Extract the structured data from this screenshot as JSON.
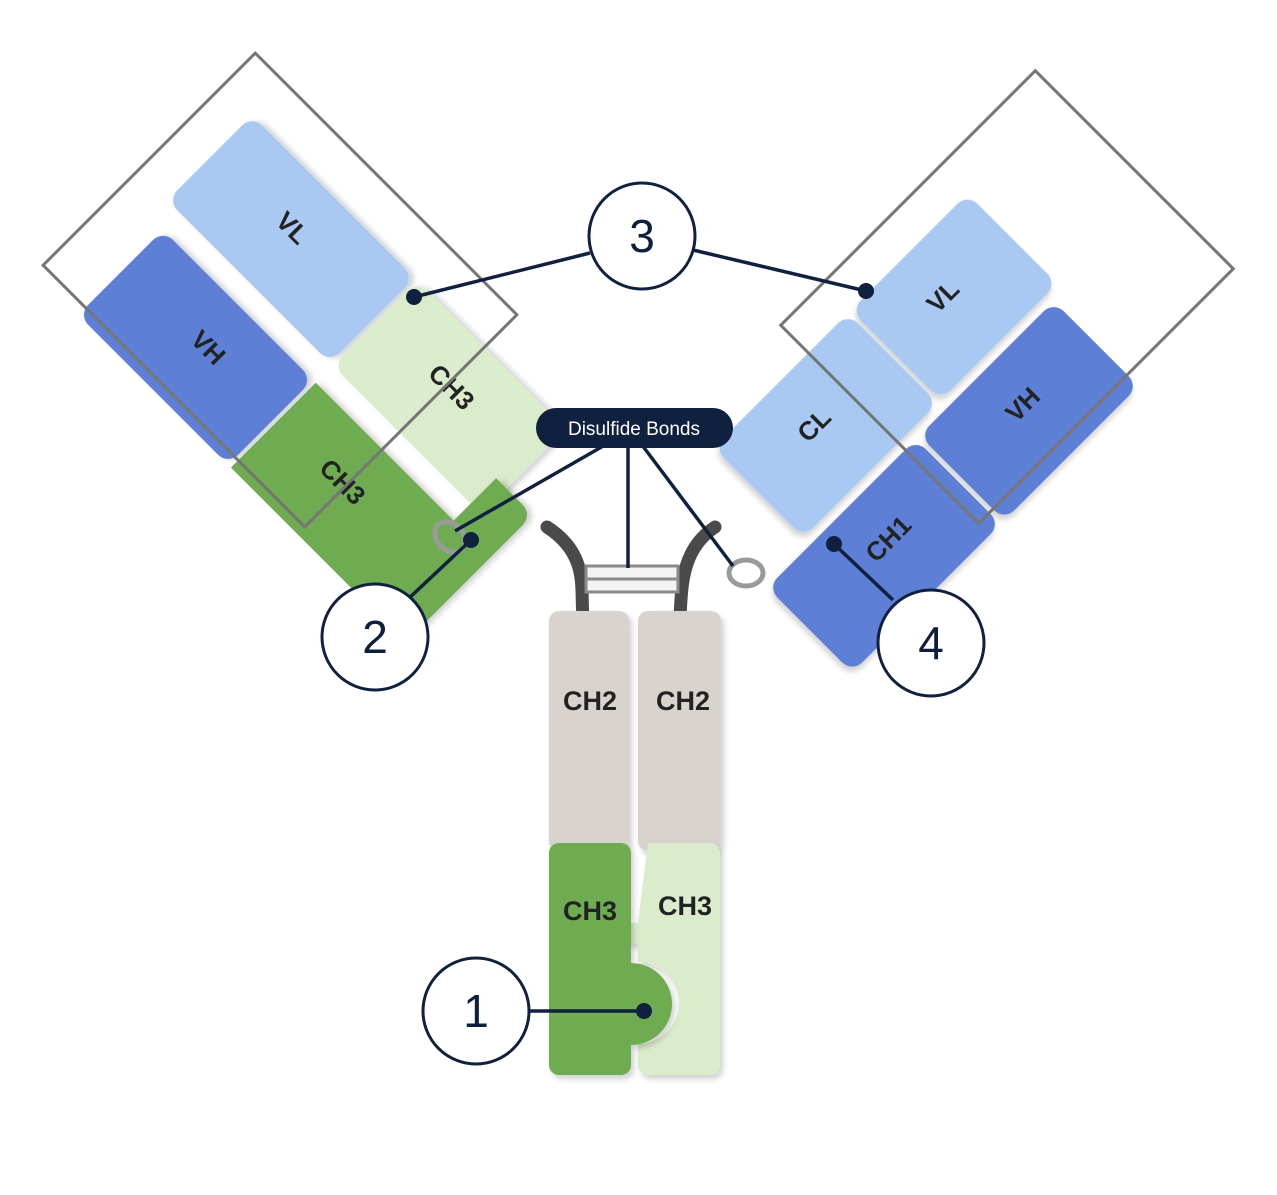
{
  "colors": {
    "dark_green": "#6eab51",
    "light_green": "#dbeccc",
    "gray_tan": "#d8d3cd",
    "dark_blue": "#5d7fd6",
    "light_blue": "#a9c8f2",
    "navy": "#10213f",
    "hinge": "#4a4a4a",
    "box_outline": "#757575"
  },
  "labels": {
    "ch2_left": "CH2",
    "ch2_right": "CH2",
    "ch3_stem_left": "CH3",
    "ch3_stem_right": "CH3",
    "left_vh": "VH",
    "left_vl": "VL",
    "left_ch3_dark": "CH3",
    "left_ch3_light": "CH3",
    "right_vl": "VL",
    "right_vh": "VH",
    "right_cl": "CL",
    "right_ch1": "CH1"
  },
  "disulfide_label": "Disulfide Bonds",
  "callouts": [
    "1",
    "2",
    "3",
    "4"
  ]
}
